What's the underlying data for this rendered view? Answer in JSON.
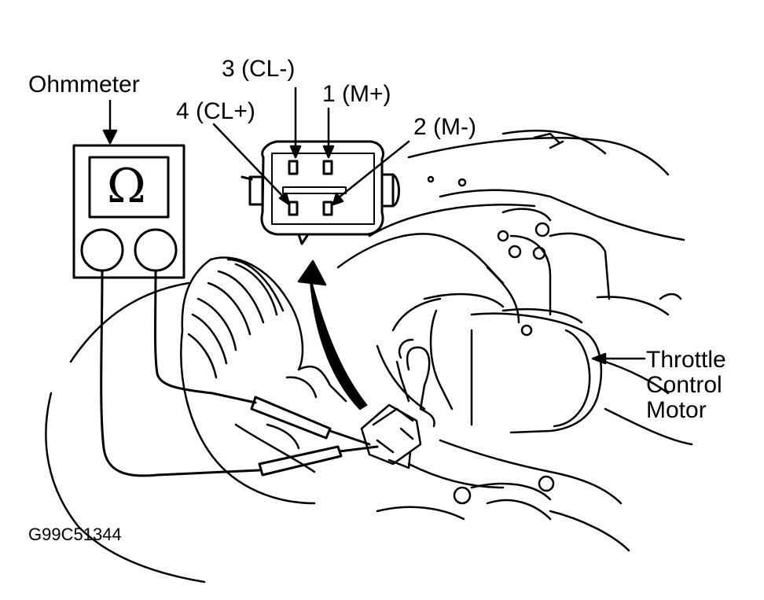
{
  "labels": {
    "ohmmeter": "Ohmmeter",
    "ohm_symbol": "Ω",
    "pin3": "3 (CL-)",
    "pin1": "1 (M+)",
    "pin4": "4 (CL+)",
    "pin2": "2 (M-)",
    "motor_line1": "Throttle",
    "motor_line2": "Control",
    "motor_line3": "Motor",
    "figure_id": "G99C51344"
  },
  "colors": {
    "ink": "#000000",
    "paper": "#ffffff"
  }
}
